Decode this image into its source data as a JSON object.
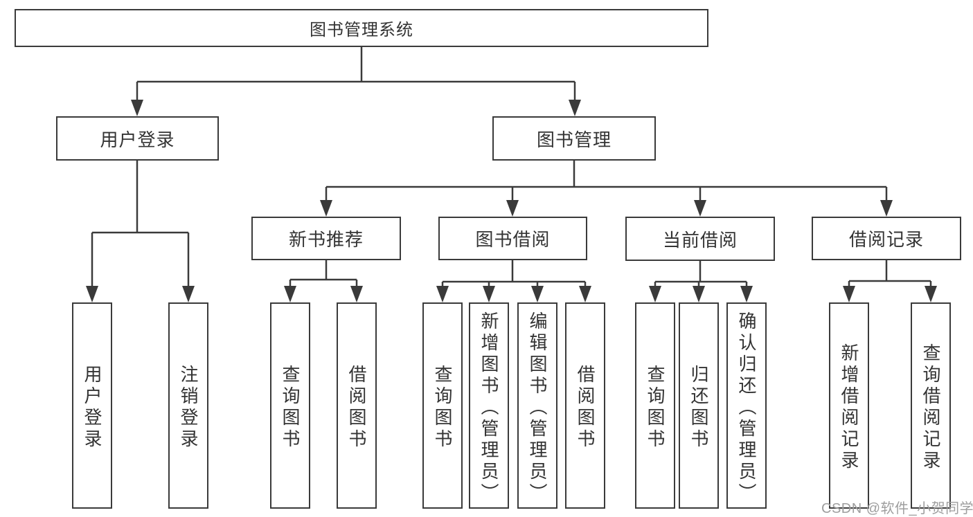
{
  "diagram": {
    "tree": {
      "label": "图书管理系统",
      "children": [
        {
          "label": "用户登录",
          "children": [
            {
              "label": "用户登录"
            },
            {
              "label": "注销登录"
            }
          ]
        },
        {
          "label": "图书管理",
          "children": [
            {
              "label": "新书推荐",
              "children": [
                {
                  "label": "查询图书"
                },
                {
                  "label": "借阅图书"
                }
              ]
            },
            {
              "label": "图书借阅",
              "children": [
                {
                  "label": "查询图书"
                },
                {
                  "label": "新增图书（管理员）"
                },
                {
                  "label": "编辑图书（管理员）"
                },
                {
                  "label": "借阅图书"
                }
              ]
            },
            {
              "label": "当前借阅",
              "children": [
                {
                  "label": "查询图书"
                },
                {
                  "label": "归还图书"
                },
                {
                  "label": "确认归还（管理员）"
                }
              ]
            },
            {
              "label": "借阅记录",
              "children": [
                {
                  "label": "新增借阅记录"
                },
                {
                  "label": "查询借阅记录"
                }
              ]
            }
          ]
        }
      ]
    }
  },
  "watermark": {
    "text": "CSDN @软件_小贺同学"
  },
  "colors": {
    "line": "#3a3a3a",
    "box_border": "#3a3a3a",
    "box_fill": "#ffffff",
    "text": "#333333",
    "watermark": "#9e9e9e",
    "background": "#ffffff"
  }
}
